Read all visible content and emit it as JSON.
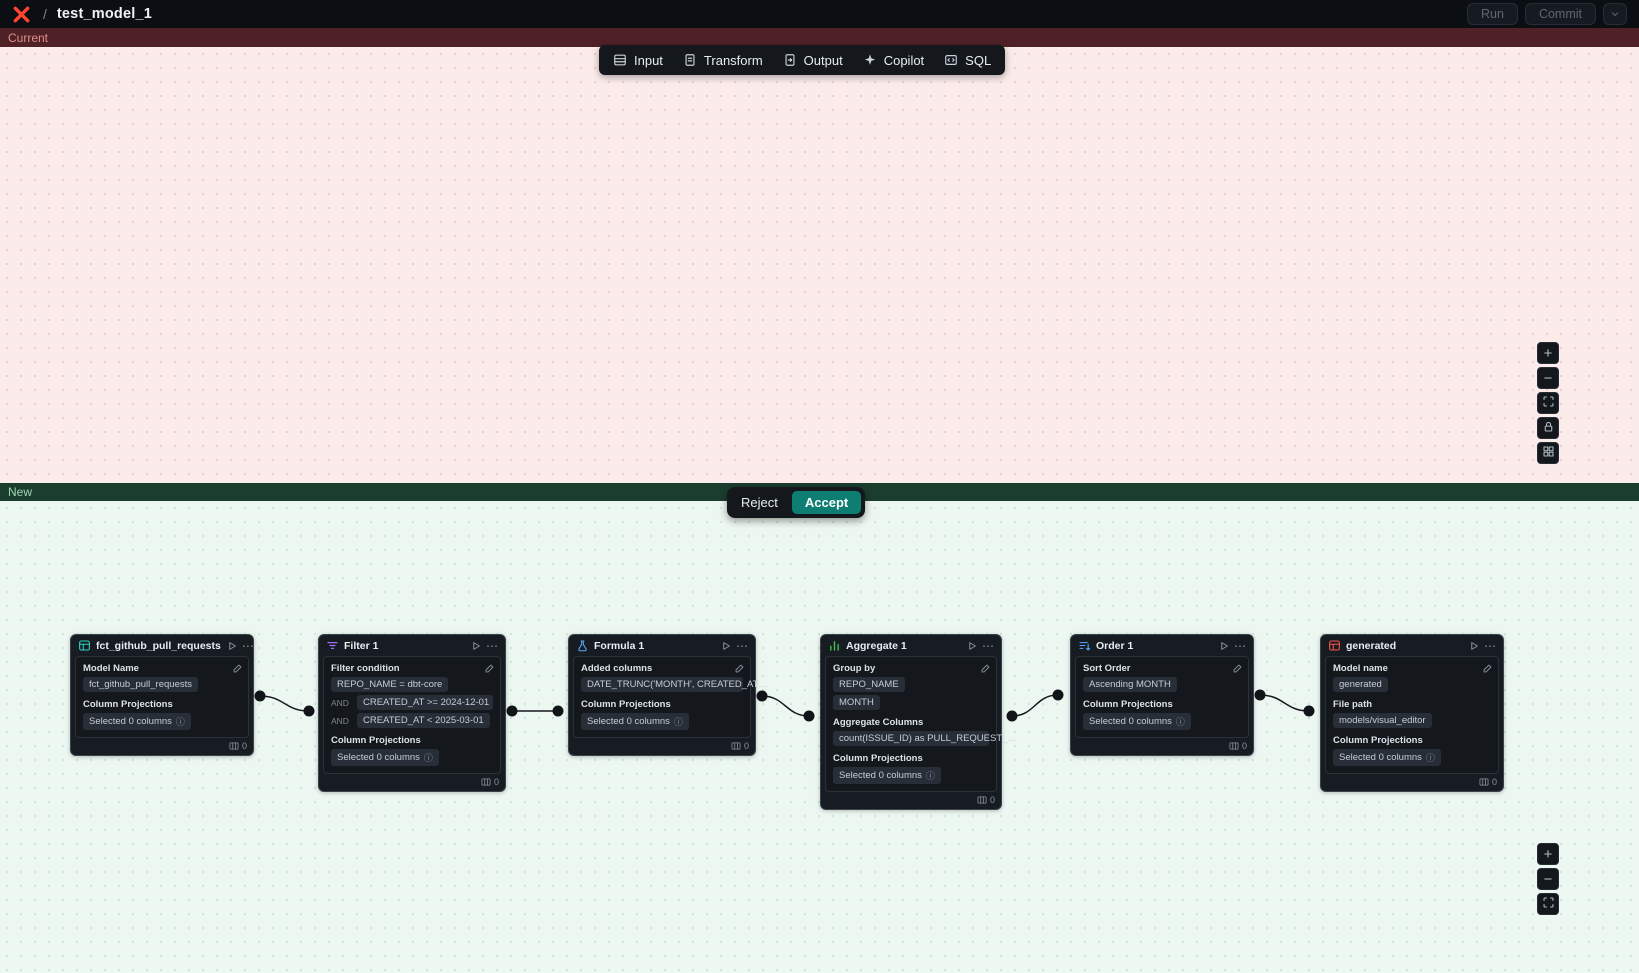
{
  "header": {
    "separator": "/",
    "title": "test_model_1",
    "run_label": "Run",
    "commit_label": "Commit"
  },
  "diff_bars": {
    "current": "Current",
    "new": "New"
  },
  "review": {
    "reject": "Reject",
    "accept": "Accept"
  },
  "toolbar": [
    {
      "icon": "input-icon",
      "label": "Input"
    },
    {
      "icon": "transform-icon",
      "label": "Transform"
    },
    {
      "icon": "output-icon",
      "label": "Output"
    },
    {
      "icon": "copilot-icon",
      "label": "Copilot"
    },
    {
      "icon": "sql-icon",
      "label": "SQL"
    }
  ],
  "controls": {
    "top": [
      "zoom-in-icon",
      "zoom-out-icon",
      "fit-view-icon",
      "lock-icon",
      "grid-icon"
    ],
    "bottom": [
      "zoom-in-icon",
      "zoom-out-icon",
      "fit-view-icon"
    ]
  },
  "nodes": [
    {
      "title": "fct_github_pull_requests",
      "icon": "table-icon",
      "icon_color": "#2dd4bf",
      "sections": [
        {
          "label": "Model Name",
          "rows": [
            {
              "chip": "fct_github_pull_requests"
            }
          ]
        },
        {
          "label": "Column Projections",
          "rows": [
            {
              "chip": "Selected 0 columns",
              "info": true
            }
          ]
        }
      ],
      "count": "0"
    },
    {
      "title": "Filter 1",
      "icon": "filter-icon",
      "icon_color": "#a371f7",
      "sections": [
        {
          "label": "Filter condition",
          "rows": [
            {
              "chip": "REPO_NAME = dbt-core"
            },
            {
              "prefix": "AND",
              "chip": "CREATED_AT >= 2024-12-01"
            },
            {
              "prefix": "AND",
              "chip": "CREATED_AT < 2025-03-01"
            }
          ]
        },
        {
          "label": "Column Projections",
          "rows": [
            {
              "chip": "Selected 0 columns",
              "info": true
            }
          ]
        }
      ],
      "count": "0"
    },
    {
      "title": "Formula 1",
      "icon": "formula-icon",
      "icon_color": "#58a6ff",
      "sections": [
        {
          "label": "Added columns",
          "rows": [
            {
              "chip": "DATE_TRUNC('MONTH', CREATED_AT…"
            }
          ]
        },
        {
          "label": "Column Projections",
          "rows": [
            {
              "chip": "Selected 0 columns",
              "info": true
            }
          ]
        }
      ],
      "count": "0"
    },
    {
      "title": "Aggregate 1",
      "icon": "aggregate-icon",
      "icon_color": "#3fb950",
      "sections": [
        {
          "label": "Group by",
          "rows": [
            {
              "chip": "REPO_NAME"
            },
            {
              "chip": "MONTH"
            }
          ]
        },
        {
          "label": "Aggregate Columns",
          "rows": [
            {
              "chip": "count(ISSUE_ID) as PULL_REQUEST_…"
            }
          ]
        },
        {
          "label": "Column Projections",
          "rows": [
            {
              "chip": "Selected 0 columns",
              "info": true
            }
          ]
        }
      ],
      "count": "0"
    },
    {
      "title": "Order 1",
      "icon": "sort-icon",
      "icon_color": "#58a6ff",
      "sections": [
        {
          "label": "Sort Order",
          "rows": [
            {
              "chip": "Ascending MONTH"
            }
          ]
        },
        {
          "label": "Column Projections",
          "rows": [
            {
              "chip": "Selected 0 columns",
              "info": true
            }
          ]
        }
      ],
      "count": "0"
    },
    {
      "title": "generated",
      "icon": "model-icon",
      "icon_color": "#f85149",
      "sections": [
        {
          "label": "Model name",
          "rows": [
            {
              "chip": "generated"
            }
          ]
        },
        {
          "label": "File path",
          "rows": [
            {
              "chip": "models/visual_editor"
            }
          ]
        },
        {
          "label": "Column Projections",
          "rows": [
            {
              "chip": "Selected 0 columns",
              "info": true
            }
          ]
        }
      ],
      "count": "0"
    }
  ],
  "colors": {
    "accept_bg": "#0e7e72",
    "current_bar_bg": "#4f2127",
    "current_bar_text": "#e08f8a",
    "new_bar_bg": "#1b3d2e",
    "new_bar_text": "#9fd4b4",
    "logo_red": "#ff4530"
  }
}
